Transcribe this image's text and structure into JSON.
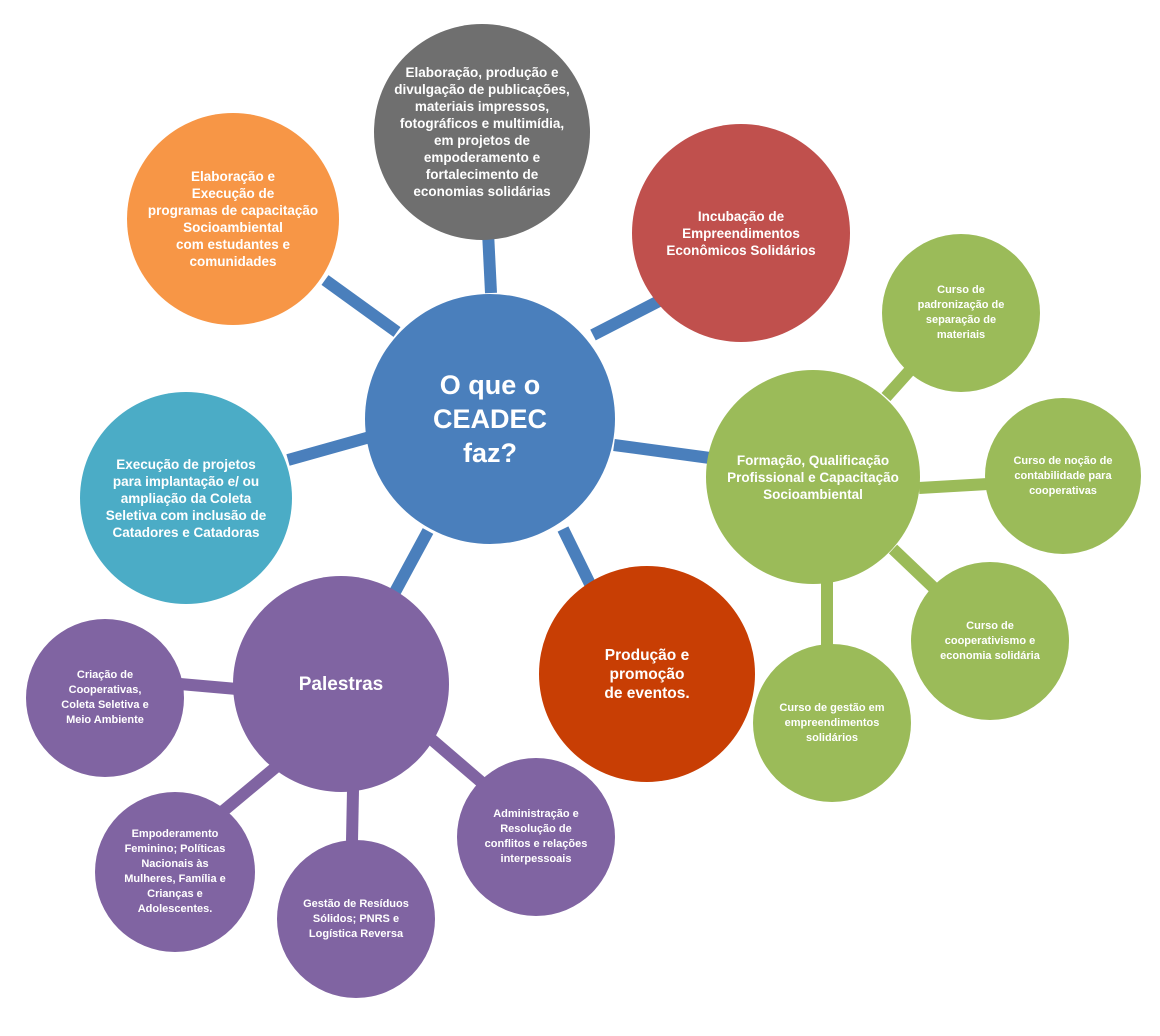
{
  "colors": {
    "center": "#4a7fbc",
    "gray": "#6f6f6f",
    "red": "#c0504d",
    "orange": "#f79646",
    "teal": "#4bacc6",
    "green": "#9bbb59",
    "dark_orange": "#c83e04",
    "purple": "#8064a2",
    "text": "#ffffff"
  },
  "center": {
    "label": "O que o\nCEADEC\nfaz?"
  },
  "topics": {
    "publications": "Elaboração, produção e\ndivulgação de publicações,\nmateriais impressos,\nfotográficos e multimídia,\nem projetos de\nempoderamento e\nfortalecimento de\neconomias solidárias",
    "incubation": "Incubação de\nEmpreendimentos\nEconômicos Solidários",
    "training_programs": "Elaboração e\nExecução de\nprogramas de capacitação\nSocioambiental\ncom estudantes e\ncomunidades",
    "selective_collection": "Execução de projetos\npara implantação e/ ou\nampliação da Coleta\nSeletiva com inclusão de\nCatadores e Catadoras",
    "events": "Produção e\npromoção\nde eventos.",
    "qualification": "Formação, Qualificação\nProfissional e Capacitação\nSocioambiental",
    "lectures": "Palestras"
  },
  "qualification_items": {
    "standardization": "Curso de\npadronização de\nseparação de\nmateriais",
    "accounting": "Curso de noção de\ncontabilidade para\ncooperativas",
    "cooperativism": "Curso de\ncooperativismo e\neconomia solidária",
    "management": "Curso de gestão em\nempreendimentos\nsolidários"
  },
  "lecture_items": {
    "cooperatives": "Criação de\nCooperativas,\nColeta Seletiva e\nMeio Ambiente",
    "women": "Empoderamento\nFeminino; Políticas\nNacionais às\nMulheres, Família e\nCrianças e\nAdolescentes.",
    "waste": "Gestão de Resíduos\nSólidos; PNRS e\nLogística Reversa",
    "conflicts": "Administração e\nResolução de\nconflitos e relações\ninterpessoais"
  }
}
